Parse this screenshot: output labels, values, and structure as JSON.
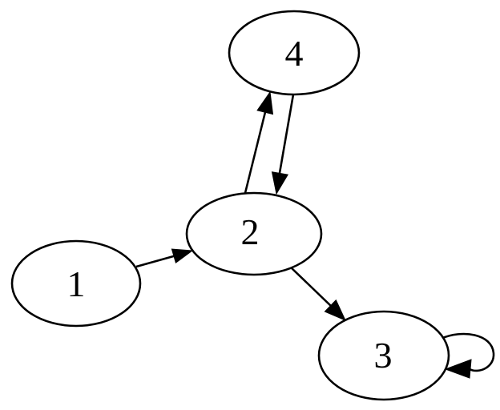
{
  "diagram": {
    "type": "directed-graph",
    "background_color": "#ffffff",
    "line_color": "#000000",
    "node_fill_color": "#ffffff",
    "nodes": [
      {
        "id": "1",
        "label": "1"
      },
      {
        "id": "2",
        "label": "2"
      },
      {
        "id": "3",
        "label": "3"
      },
      {
        "id": "4",
        "label": "4"
      }
    ],
    "edges": [
      {
        "from": "1",
        "to": "2",
        "self_loop": false
      },
      {
        "from": "2",
        "to": "4",
        "self_loop": false
      },
      {
        "from": "4",
        "to": "2",
        "self_loop": false
      },
      {
        "from": "2",
        "to": "3",
        "self_loop": false
      },
      {
        "from": "3",
        "to": "3",
        "self_loop": true
      }
    ]
  }
}
